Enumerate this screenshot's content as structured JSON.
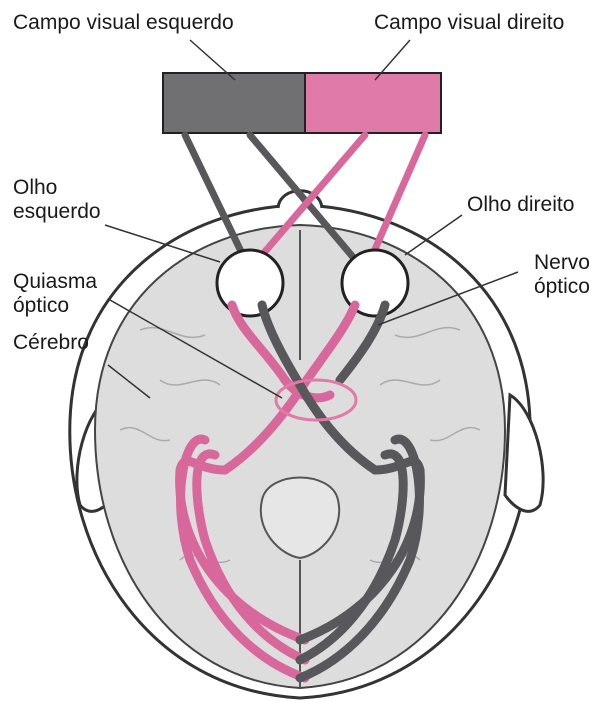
{
  "labels": {
    "left_field": "Campo visual esquerdo",
    "right_field": "Campo visual direito",
    "left_eye": "Olho\nesquerdo",
    "right_eye": "Olho direito",
    "chiasm": "Quiasma\nóptico",
    "optic_nerve": "Nervo\nóptico",
    "brain": "Cérebro"
  },
  "colors": {
    "left_field": "#707073",
    "right_field": "#e07aa8",
    "left_pathway": "#58585c",
    "right_pathway": "#d8689b",
    "brain_fill": "#dddddd",
    "outline": "#333333"
  }
}
